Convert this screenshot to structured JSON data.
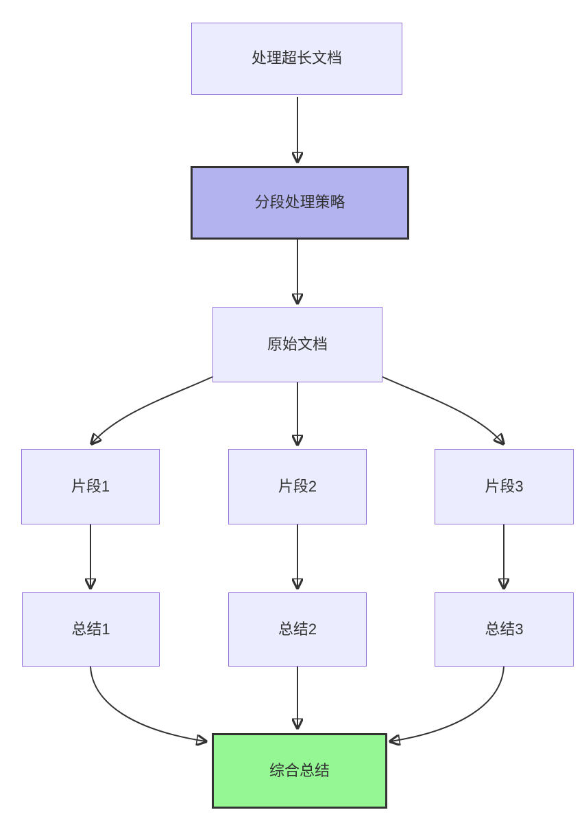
{
  "diagram": {
    "type": "flowchart",
    "direction": "top-down",
    "nodes": [
      {
        "id": "A",
        "label": "处理超长文档",
        "style": "default"
      },
      {
        "id": "B",
        "label": "分段处理策略",
        "style": "emphasis"
      },
      {
        "id": "C",
        "label": "原始文档",
        "style": "default"
      },
      {
        "id": "D",
        "label": "片段1",
        "style": "default"
      },
      {
        "id": "E",
        "label": "片段2",
        "style": "default"
      },
      {
        "id": "F",
        "label": "片段3",
        "style": "default"
      },
      {
        "id": "G",
        "label": "总结1",
        "style": "default"
      },
      {
        "id": "H",
        "label": "总结2",
        "style": "default"
      },
      {
        "id": "I",
        "label": "总结3",
        "style": "default"
      },
      {
        "id": "J",
        "label": "综合总结",
        "style": "result"
      }
    ],
    "edges": [
      {
        "from": "A",
        "to": "B"
      },
      {
        "from": "B",
        "to": "C"
      },
      {
        "from": "C",
        "to": "D"
      },
      {
        "from": "C",
        "to": "E"
      },
      {
        "from": "C",
        "to": "F"
      },
      {
        "from": "D",
        "to": "G"
      },
      {
        "from": "E",
        "to": "H"
      },
      {
        "from": "F",
        "to": "I"
      },
      {
        "from": "G",
        "to": "J"
      },
      {
        "from": "H",
        "to": "J"
      },
      {
        "from": "I",
        "to": "J"
      }
    ],
    "colors": {
      "background": "#ffffff",
      "node_fill": "#ececff",
      "node_border": "#9370db",
      "emphasis_fill": "#b3b3f0",
      "emphasis_border": "#333333",
      "result_fill": "#94f794",
      "result_border": "#333333",
      "edge_color": "#333333",
      "text_color": "#333333"
    }
  }
}
